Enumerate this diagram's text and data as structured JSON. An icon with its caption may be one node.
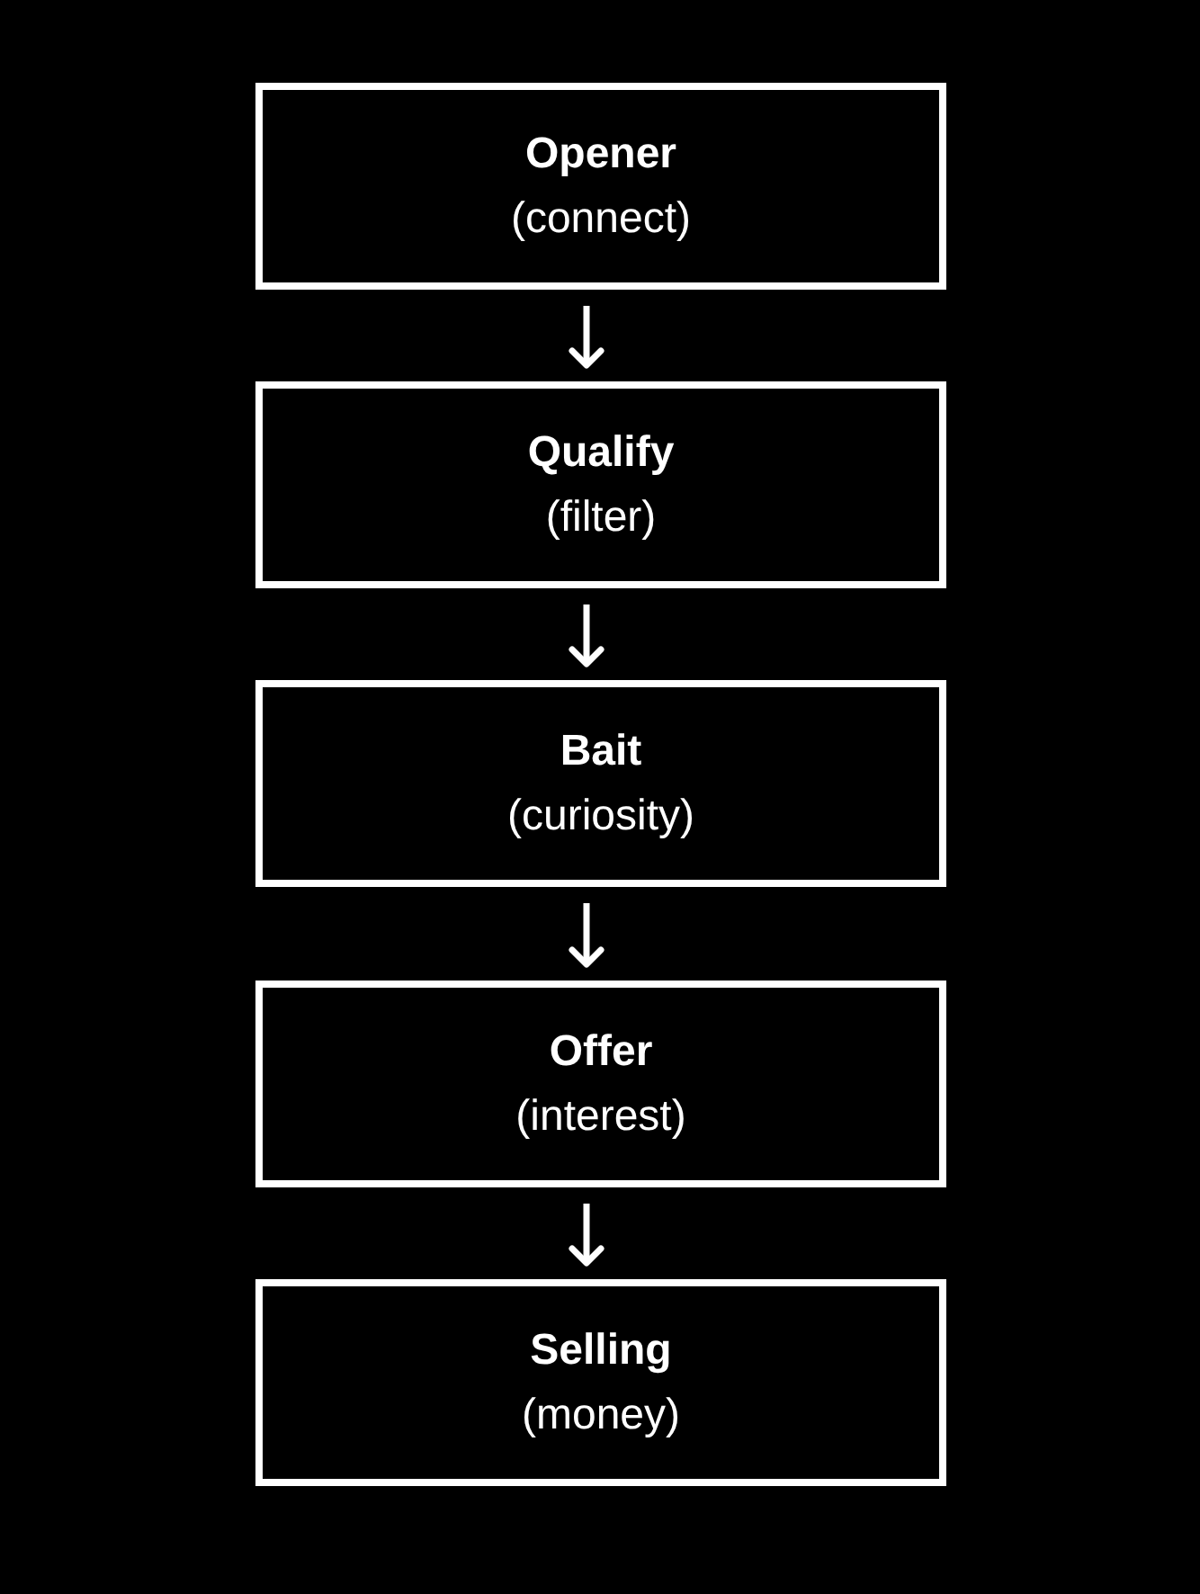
{
  "diagram": {
    "nodes": [
      {
        "text": [
          "Opener",
          "(connect)"
        ]
      },
      {
        "text": [
          "Qualify",
          "(filter)"
        ]
      },
      {
        "text": [
          "Bait",
          "(curiosity)"
        ]
      },
      {
        "text": [
          "Offer",
          "(interest)"
        ]
      },
      {
        "text": [
          "Selling",
          "(money)"
        ]
      }
    ],
    "edges": [
      {
        "from": 0,
        "to": 1,
        "arrow": "to"
      },
      {
        "from": 1,
        "to": 2,
        "arrow": "to"
      },
      {
        "from": 2,
        "to": 3,
        "arrow": "to"
      },
      {
        "from": 3,
        "to": 4,
        "arrow": "to"
      }
    ]
  }
}
